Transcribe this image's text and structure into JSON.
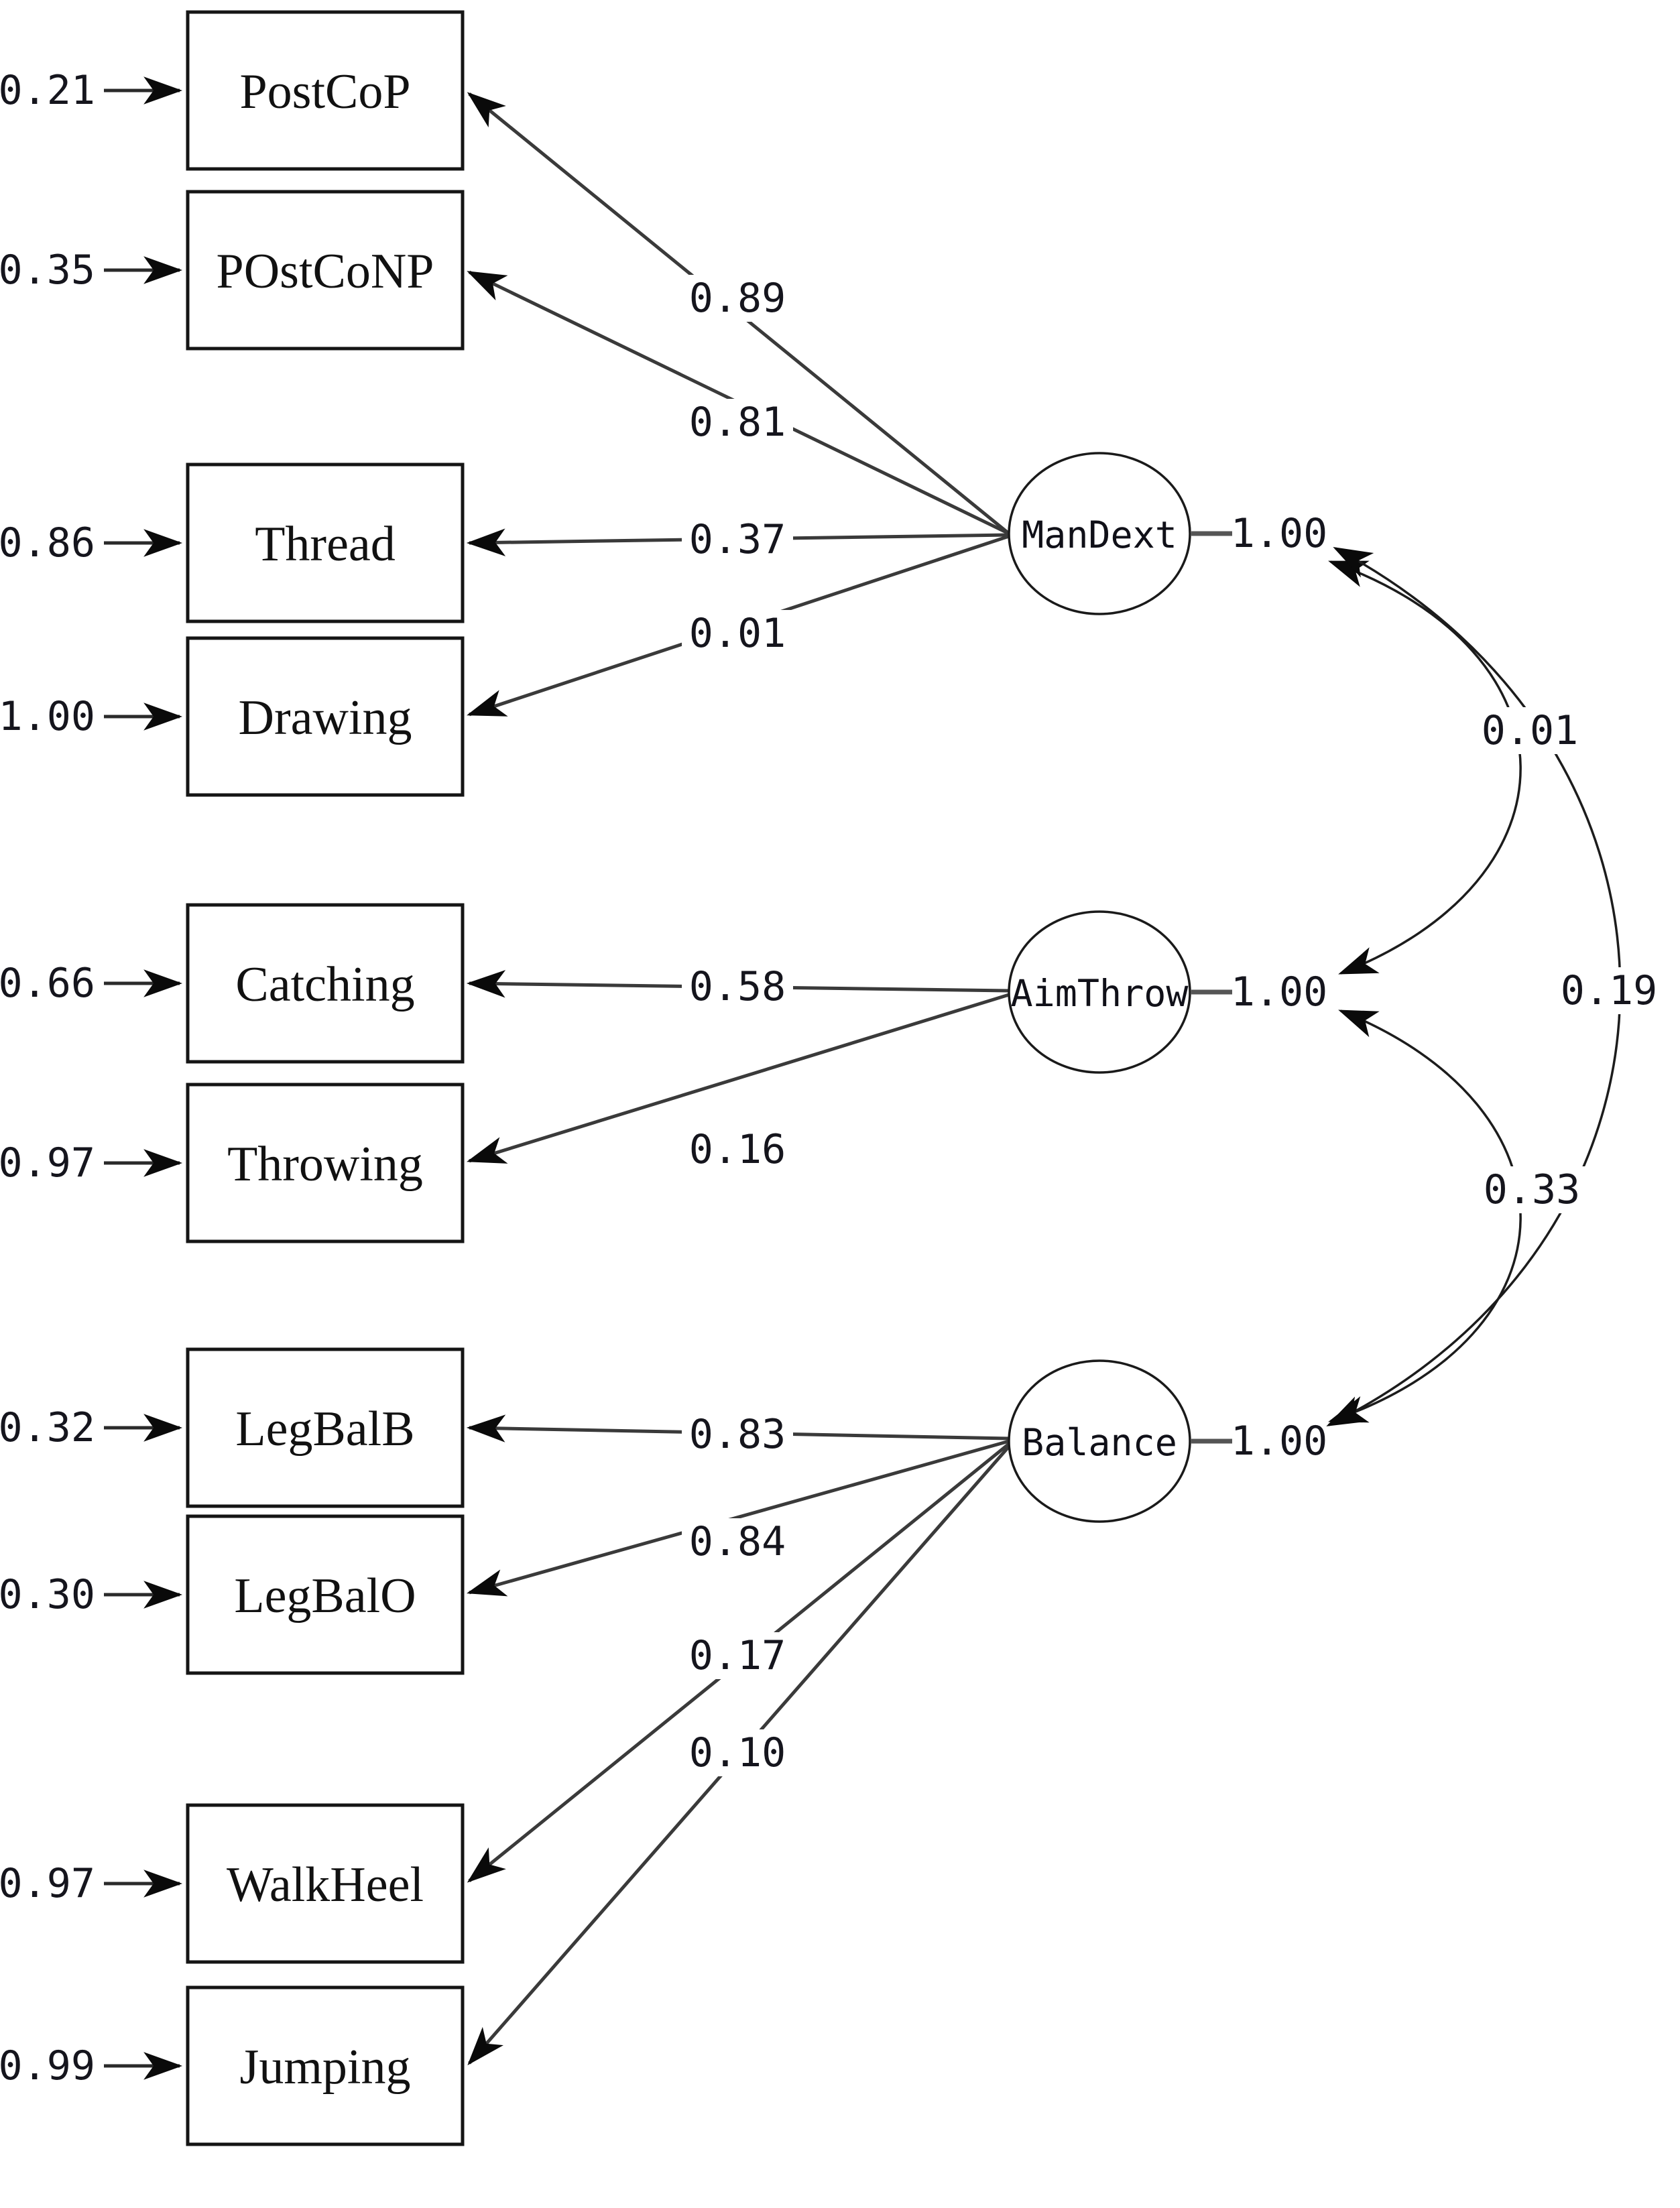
{
  "diagram": {
    "type": "sem-path-diagram",
    "observed_variables": [
      {
        "label": "PostCoP",
        "error_variance": "0.21",
        "loading": "0.89",
        "factor": "ManDext"
      },
      {
        "label": "POstCoNP",
        "error_variance": "0.35",
        "loading": "0.81",
        "factor": "ManDext"
      },
      {
        "label": "Thread",
        "error_variance": "0.86",
        "loading": "0.37",
        "factor": "ManDext"
      },
      {
        "label": "Drawing",
        "error_variance": "1.00",
        "loading": "0.01",
        "factor": "ManDext"
      },
      {
        "label": "Catching",
        "error_variance": "0.66",
        "loading": "0.58",
        "factor": "AimThrow"
      },
      {
        "label": "Throwing",
        "error_variance": "0.97",
        "loading": "0.16",
        "factor": "AimThrow"
      },
      {
        "label": "LegBalB",
        "error_variance": "0.32",
        "loading": "0.83",
        "factor": "Balance"
      },
      {
        "label": "LegBalO",
        "error_variance": "0.30",
        "loading": "0.84",
        "factor": "Balance"
      },
      {
        "label": "WalkHeel",
        "error_variance": "0.97",
        "loading": "0.17",
        "factor": "Balance"
      },
      {
        "label": "Jumping",
        "error_variance": "0.99",
        "loading": "0.10",
        "factor": "Balance"
      }
    ],
    "latent_variables": [
      {
        "label": "ManDext",
        "variance": "1.00"
      },
      {
        "label": "AimThrow",
        "variance": "1.00"
      },
      {
        "label": "Balance",
        "variance": "1.00"
      }
    ],
    "covariances": [
      {
        "from": "ManDext",
        "to": "AimThrow",
        "value": "0.01"
      },
      {
        "from": "ManDext",
        "to": "Balance",
        "value": "0.19"
      },
      {
        "from": "AimThrow",
        "to": "Balance",
        "value": "0.33"
      }
    ],
    "colors": {
      "background": "#ffffff",
      "line": "#1c1c1c",
      "text": "#15151d"
    }
  }
}
